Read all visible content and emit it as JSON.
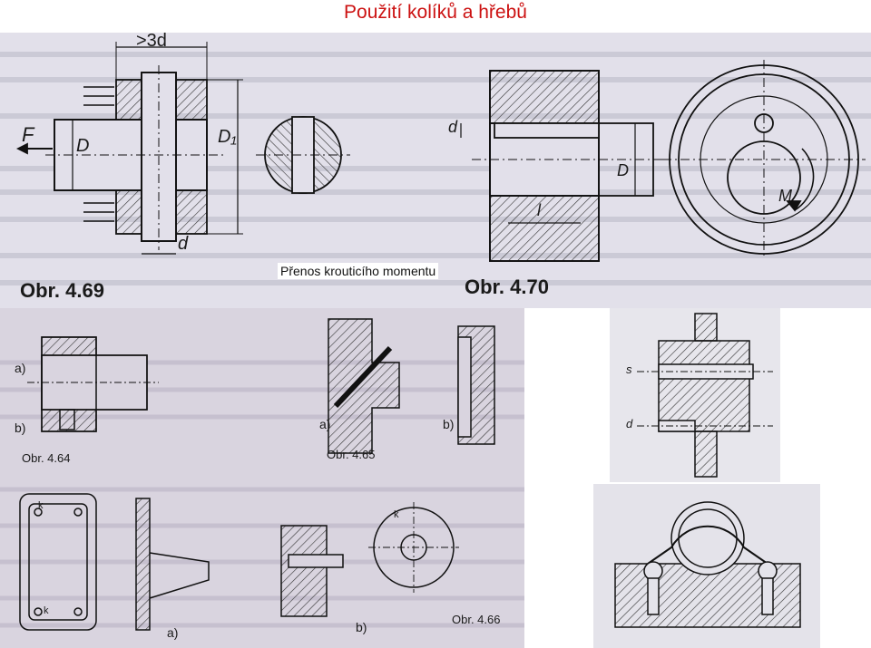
{
  "slide": {
    "title": "Použití kolíků a hřebů",
    "subtitle": "Přenos krouticího momentu"
  },
  "figures": {
    "fig_469": {
      "caption": "Obr. 4.69",
      "labels": {
        "dim_top": ">3d",
        "force": "F",
        "dia_D": "D",
        "dia_D1": "D₁",
        "dim_bottom": "d"
      }
    },
    "fig_470": {
      "caption": "Obr. 4.70",
      "labels": {
        "d": "d",
        "l": "l",
        "D": "D",
        "M": "M"
      }
    },
    "fig_464": {
      "caption": "Obr. 4.64",
      "labels": {
        "a": "a)",
        "b": "b)"
      }
    },
    "fig_465": {
      "caption": "Obr. 4.65",
      "labels": {
        "a": "a)",
        "b": "b)"
      }
    },
    "fig_466": {
      "caption": "Obr. 4.66",
      "labels": {
        "a": "a)",
        "b": "b)",
        "k1": "k",
        "k2": "k",
        "k3": "k"
      }
    },
    "fig_right": {
      "labels": {
        "s": "s",
        "d": "d"
      }
    }
  }
}
